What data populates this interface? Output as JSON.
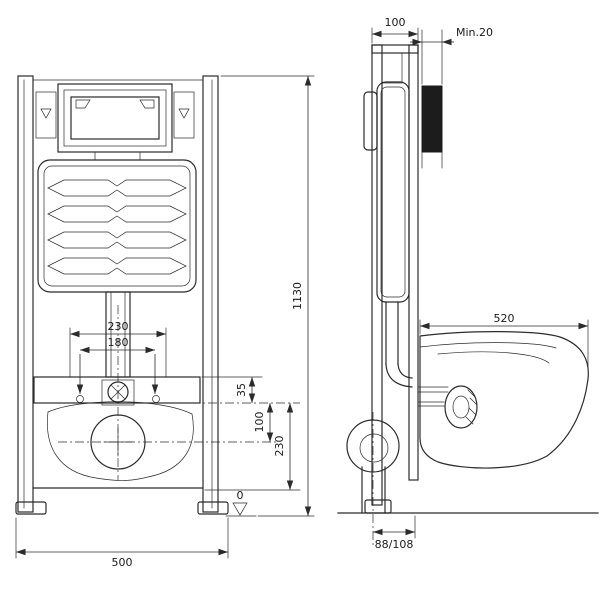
{
  "labels": {
    "front": {
      "spacing_outer": "230",
      "spacing_inner": "180",
      "plate_offset": "35",
      "drop_100": "100",
      "drop_230": "230",
      "floor": "0",
      "width": "500",
      "height": "1130"
    },
    "side": {
      "depth": "100",
      "min_wall": "Min.20",
      "projection": "520",
      "outlet": "88/108"
    }
  },
  "colors": {
    "line": "#2b2b2b",
    "wall_fill": "#1c1c1c",
    "background": "#ffffff"
  }
}
